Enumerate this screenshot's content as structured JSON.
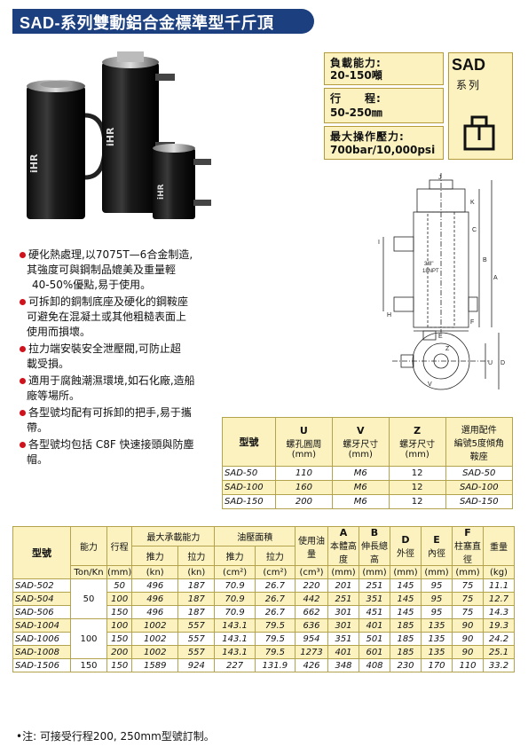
{
  "title": "SAD-系列雙動鋁合金標準型千斤頂",
  "specs": {
    "capacity_label": "負載能力:",
    "capacity_value": "20-150噸",
    "stroke_label": "行　　程:",
    "stroke_value": "50-250㎜",
    "pressure_label": "最大操作壓力:",
    "pressure_value": "700bar/10,000psi"
  },
  "series": {
    "code": "SAD",
    "name": "系列"
  },
  "photo": {
    "brand_text": "iHR"
  },
  "drawing": {
    "labels": {
      "J": "J",
      "K": "K",
      "I": "I",
      "C": "C",
      "B": "B",
      "A": "A",
      "H": "H",
      "F": "F",
      "E": "E",
      "D": "D",
      "U": "U",
      "V": "V",
      "Z": "Z"
    },
    "thread_note_1": "3/8\"",
    "thread_note_2": "18NPT"
  },
  "bullets": [
    [
      "硬化熱處理,以7075T—6合金制造,",
      "其強度可與鋼制品媲美及重量輕",
      "40-50%優點,易于使用。"
    ],
    [
      "可拆卸的銅制底座及硬化的鋼鞍座",
      "可避免在混凝土或其他粗糙表面上",
      "使用而損壞。"
    ],
    [
      "拉力端安裝安全泄壓閥,可防止超",
      "載受損。"
    ],
    [
      "適用于腐蝕潮濕環境,如石化廠,造船",
      "廠等場所。"
    ],
    [
      "各型號均配有可拆卸的把手,易于攜",
      "帶。"
    ],
    [
      "各型號均包括 C8F 快速接頭與防塵",
      "帽。"
    ]
  ],
  "small_table": {
    "header": {
      "model": "型號",
      "u_letter": "U",
      "u_text": "螺孔圓周",
      "u_unit": "(mm)",
      "v_letter": "V",
      "v_text": "螺牙尺寸",
      "v_unit": "(mm)",
      "z_letter": "Z",
      "z_text": "螺牙尺寸",
      "z_unit": "(mm)",
      "tilt_1": "選用配件",
      "tilt_2": "編號5度傾角",
      "tilt_3": "鞍座"
    },
    "rows": [
      {
        "model": "SAD-50",
        "u": "110",
        "v": "M6",
        "z": "12",
        "saddle": "SAD-50"
      },
      {
        "model": "SAD-100",
        "u": "160",
        "v": "M6",
        "z": "12",
        "saddle": "SAD-100"
      },
      {
        "model": "SAD-150",
        "u": "200",
        "v": "M6",
        "z": "12",
        "saddle": "SAD-150"
      }
    ]
  },
  "main_table": {
    "header": {
      "model": "型號",
      "capacity": "能力",
      "capacity_unit": "Ton/Kn",
      "stroke": "行程",
      "stroke_unit": "(mm)",
      "max_force": "最大承載能力",
      "push": "推力",
      "push_unit": "(kn)",
      "pull": "拉力",
      "pull_unit": "(kn)",
      "area": "油壓面積",
      "push_area": "推力",
      "push_area_unit": "(cm²)",
      "pull_area": "拉力",
      "pull_area_unit": "(cm²)",
      "oil": "使用油量",
      "oil_unit": "(cm³)",
      "a_letter": "A",
      "a_text": "本體高度",
      "a_unit": "(mm)",
      "b_letter": "B",
      "b_text": "伸長總高",
      "b_unit": "(mm)",
      "d_letter": "D",
      "d_text": "外徑",
      "d_unit": "(mm)",
      "e_letter": "E",
      "e_text": "內徑",
      "e_unit": "(mm)",
      "f_letter": "F",
      "f_text": "柱塞直徑",
      "f_unit": "(mm)",
      "weight": "重量",
      "weight_unit": "(kg)"
    },
    "groups": [
      {
        "capacity": "50",
        "rows": [
          {
            "model": "SAD-502",
            "stroke": "50",
            "push": "496",
            "pull": "187",
            "push_area": "70.9",
            "pull_area": "26.7",
            "oil": "220",
            "a": "201",
            "b": "251",
            "d": "145",
            "e": "95",
            "f": "75",
            "weight": "11.1"
          },
          {
            "model": "SAD-504",
            "stroke": "100",
            "push": "496",
            "pull": "187",
            "push_area": "70.9",
            "pull_area": "26.7",
            "oil": "442",
            "a": "251",
            "b": "351",
            "d": "145",
            "e": "95",
            "f": "75",
            "weight": "12.7"
          },
          {
            "model": "SAD-506",
            "stroke": "150",
            "push": "496",
            "pull": "187",
            "push_area": "70.9",
            "pull_area": "26.7",
            "oil": "662",
            "a": "301",
            "b": "451",
            "d": "145",
            "e": "95",
            "f": "75",
            "weight": "14.3"
          }
        ]
      },
      {
        "capacity": "100",
        "rows": [
          {
            "model": "SAD-1004",
            "stroke": "100",
            "push": "1002",
            "pull": "557",
            "push_area": "143.1",
            "pull_area": "79.5",
            "oil": "636",
            "a": "301",
            "b": "401",
            "d": "185",
            "e": "135",
            "f": "90",
            "weight": "19.3"
          },
          {
            "model": "SAD-1006",
            "stroke": "150",
            "push": "1002",
            "pull": "557",
            "push_area": "143.1",
            "pull_area": "79.5",
            "oil": "954",
            "a": "351",
            "b": "501",
            "d": "185",
            "e": "135",
            "f": "90",
            "weight": "24.2"
          },
          {
            "model": "SAD-1008",
            "stroke": "200",
            "push": "1002",
            "pull": "557",
            "push_area": "143.1",
            "pull_area": "79.5",
            "oil": "1273",
            "a": "401",
            "b": "601",
            "d": "185",
            "e": "135",
            "f": "90",
            "weight": "25.1"
          }
        ]
      },
      {
        "capacity": "150",
        "rows": [
          {
            "model": "SAD-1506",
            "stroke": "150",
            "push": "1589",
            "pull": "924",
            "push_area": "227",
            "pull_area": "131.9",
            "oil": "426",
            "a": "348",
            "b": "408",
            "d": "230",
            "e": "170",
            "f": "110",
            "weight": "33.2"
          }
        ]
      }
    ]
  },
  "note": "•注: 可接受行程200, 250mm型號訂制。",
  "colors": {
    "title_bg": "#1b3f7f",
    "box_bg": "#fbf2c0",
    "border": "#b3a34c",
    "bullet": "#d0121d"
  }
}
